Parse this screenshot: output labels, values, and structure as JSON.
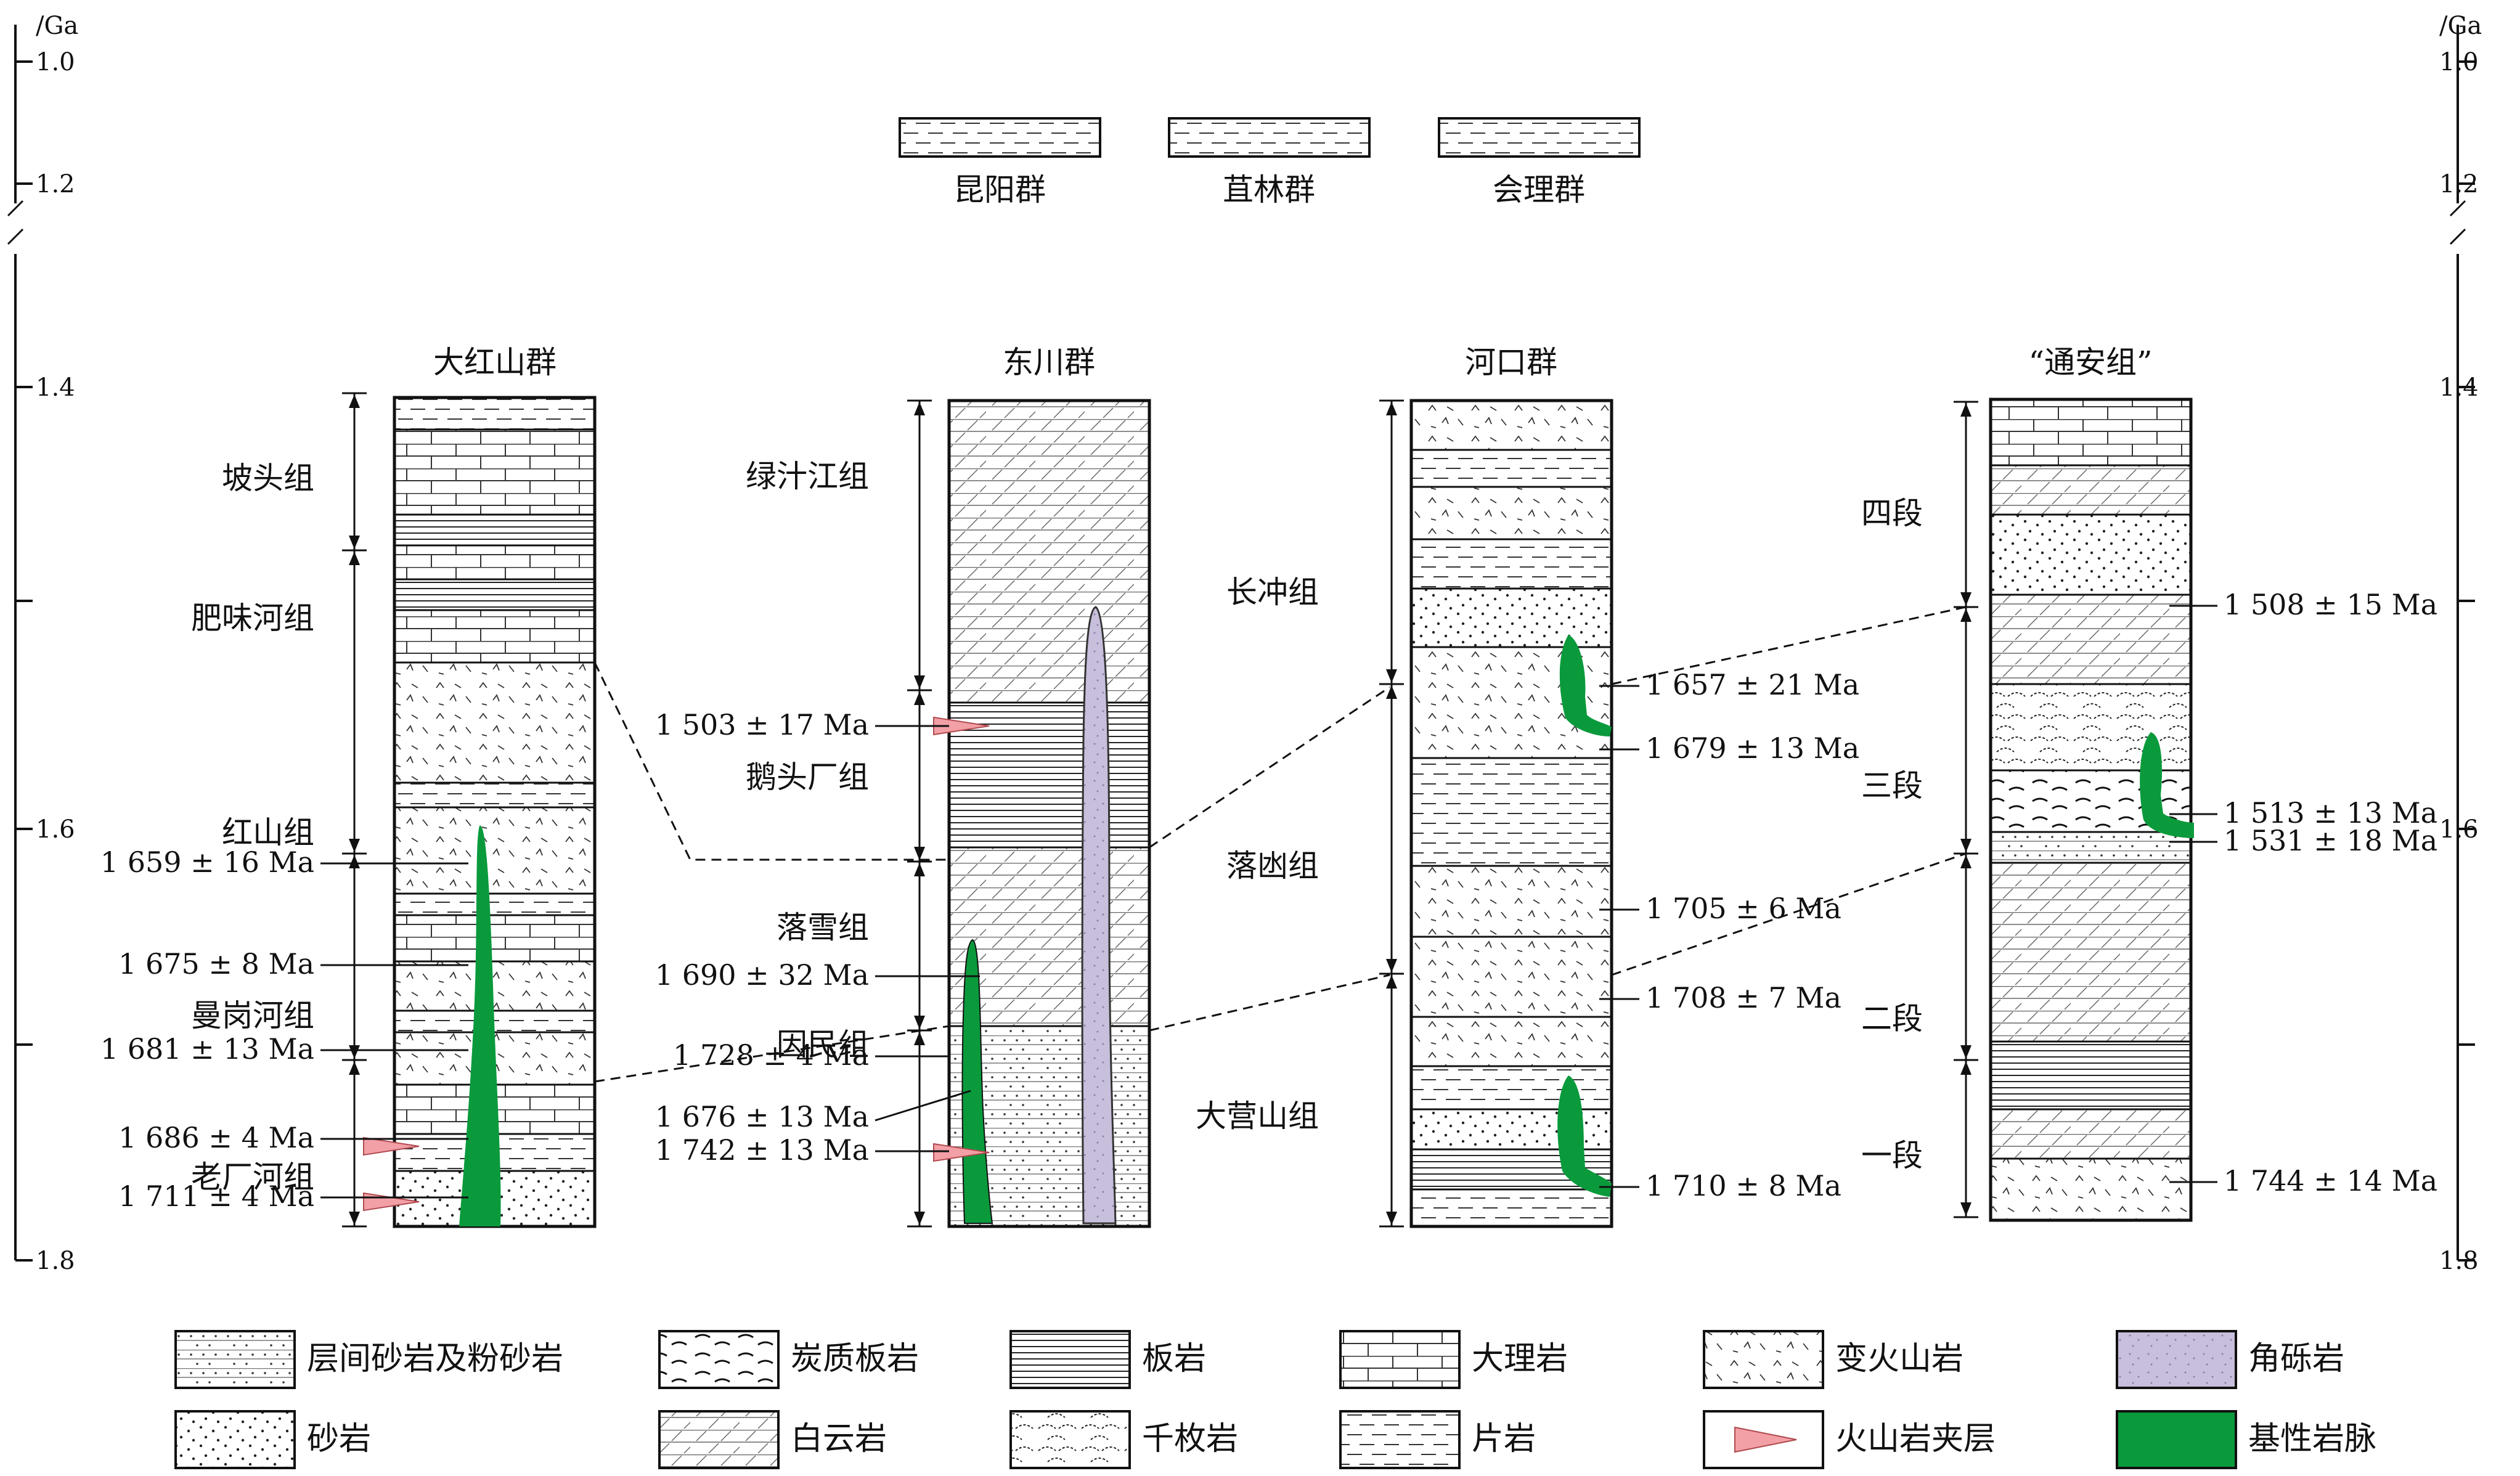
{
  "axis": {
    "unit": "/Ga",
    "ticks": [
      "1.0",
      "1.2",
      "1.4",
      "1.6",
      "1.8"
    ]
  },
  "top_groups": [
    "昆阳群",
    "苴林群",
    "会理群"
  ],
  "columns": [
    {
      "title": "大红山群",
      "formations": [
        "坡头组",
        "肥味河组",
        "红山组",
        "曼岗河组",
        "老厂河组"
      ],
      "ages": [
        "1 659 ± 16 Ma",
        "1 675 ± 8 Ma",
        "1 681 ± 13 Ma",
        "1 686 ± 4 Ma",
        "1 711 ± 4 Ma"
      ]
    },
    {
      "title": "东川群",
      "formations": [
        "绿汁江组",
        "鹅头厂组",
        "落雪组",
        "因民组"
      ],
      "ages": [
        "1 503 ± 17 Ma",
        "1 690 ± 32 Ma",
        "1 728 ± 4 Ma",
        "1 676 ± 13 Ma",
        "1 742 ± 13 Ma"
      ]
    },
    {
      "title": "河口群",
      "formations": [
        "长冲组",
        "落凼组",
        "大营山组"
      ],
      "ages": [
        "1 657 ± 21 Ma",
        "1 679 ± 13 Ma",
        "1 705 ± 6 Ma",
        "1 708 ± 7 Ma",
        "1 710 ± 8 Ma"
      ]
    },
    {
      "title": "“通安组”",
      "formations": [
        "四段",
        "三段",
        "二段",
        "一段"
      ],
      "ages": [
        "1 508 ± 15 Ma",
        "1 513 ± 13 Ma",
        "1 531 ± 18 Ma",
        "1 744 ± 14 Ma"
      ]
    }
  ],
  "legend": [
    "层间砂岩及粉砂岩",
    "炭质板岩",
    "板岩",
    "大理岩",
    "变火山岩",
    "角砾岩",
    "砂岩",
    "白云岩",
    "千枚岩",
    "片岩",
    "火山岩夹层",
    "基性岩脉"
  ],
  "colors": {
    "dike": "#0a9a3c",
    "breccia": "#c8bfdc",
    "volcanic_interlayer": "#f2a0a6"
  }
}
